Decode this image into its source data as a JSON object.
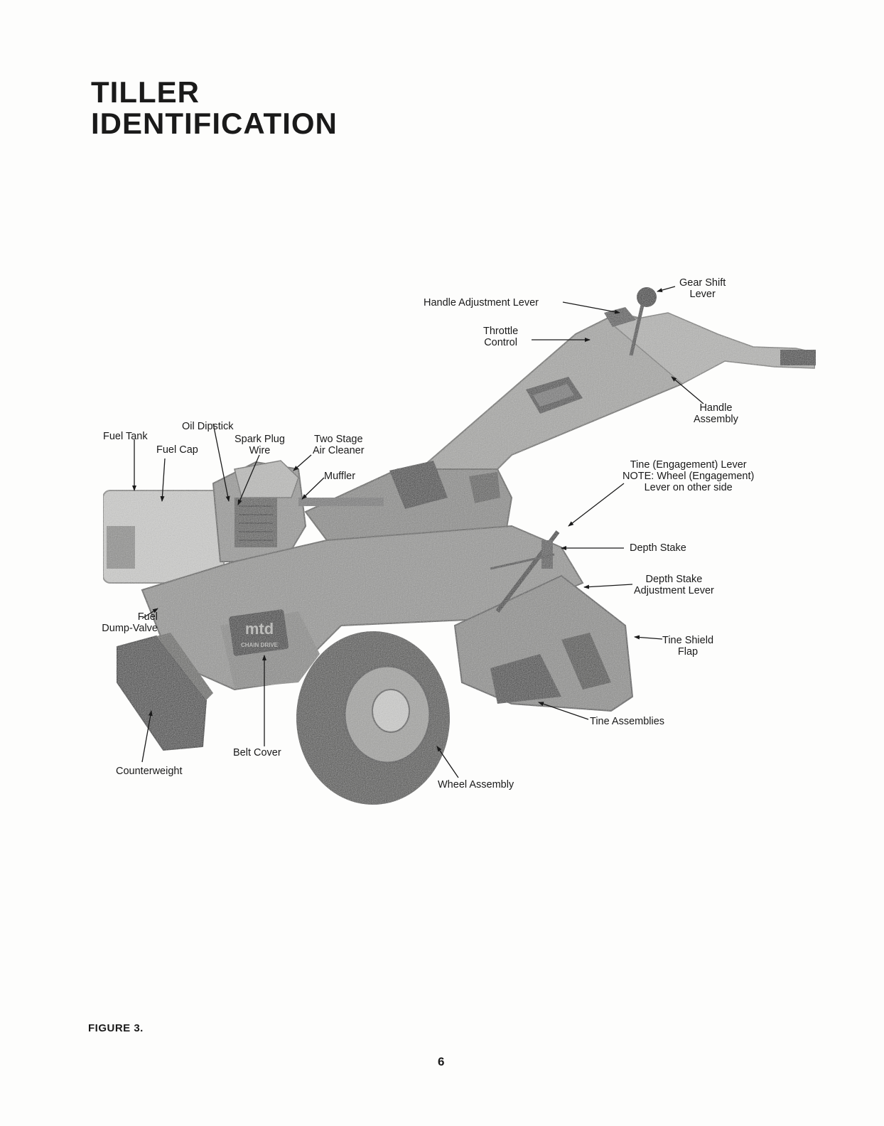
{
  "title": {
    "line1": "TILLER",
    "line2": "IDENTIFICATION"
  },
  "labels": {
    "gear_shift_lever": [
      "Gear Shift",
      "Lever"
    ],
    "handle_adjustment_lever": "Handle Adjustment Lever",
    "throttle_control": [
      "Throttle",
      "Control"
    ],
    "handle_assembly": [
      "Handle",
      "Assembly"
    ],
    "oil_dipstick": "Oil Dipstick",
    "fuel_tank": "Fuel Tank",
    "fuel_cap": "Fuel Cap",
    "spark_plug_wire": [
      "Spark Plug",
      "Wire"
    ],
    "two_stage_air_cleaner": [
      "Two Stage",
      "Air Cleaner"
    ],
    "muffler": "Muffler",
    "tine_engagement_lever": [
      "Tine (Engagement) Lever",
      "NOTE: Wheel (Engagement)",
      "Lever on other side"
    ],
    "depth_stake": "Depth Stake",
    "depth_stake_adjustment_lever": [
      "Depth Stake",
      "Adjustment Lever"
    ],
    "fuel_dump_valve": [
      "Fuel",
      "Dump-Valve"
    ],
    "tine_shield_flap": [
      "Tine Shield",
      "Flap"
    ],
    "tine_assemblies": "Tine Assemblies",
    "belt_cover": "Belt Cover",
    "counterweight": "Counterweight",
    "wheel_assembly": "Wheel Assembly",
    "badge_brand": "mtd",
    "badge_sub": "CHAIN DRIVE"
  },
  "figure_label": "FIGURE 3.",
  "page_number": "6"
}
